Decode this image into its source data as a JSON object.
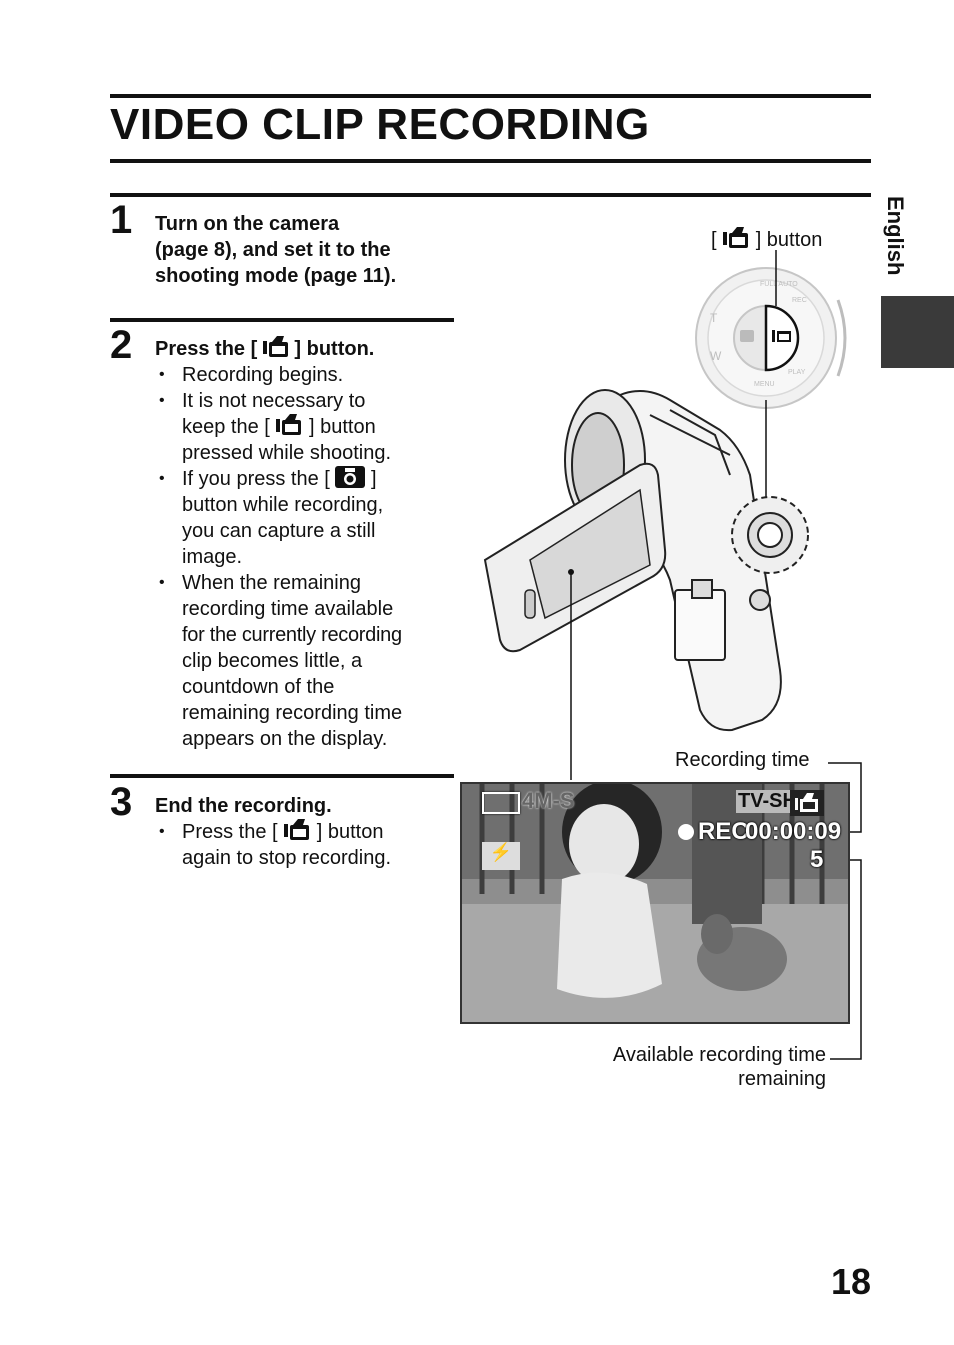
{
  "page": {
    "title": "VIDEO CLIP RECORDING",
    "language_tab": "English",
    "page_number": "18"
  },
  "steps": [
    {
      "number": "1",
      "title": "Turn on the camera (page 8), and set it to the shooting mode (page 11).",
      "title_lines": [
        "Turn on the camera",
        "(page 8), and set it to the",
        "shooting mode (page 11)."
      ]
    },
    {
      "number": "2",
      "title_pre": "Press the [",
      "title_post": "] button.",
      "bullets": {
        "b1": "Recording begins.",
        "b2_lines": [
          "It is not necessary to",
          "keep the [",
          "] button",
          "pressed while shooting."
        ],
        "b3_lines": [
          "If you press the [",
          "]",
          "button while recording,",
          "you can capture a still",
          "image."
        ],
        "b4_lines": [
          "When the remaining",
          "recording time available",
          "for the currently recording",
          "clip becomes little, a",
          "countdown of the",
          "remaining recording time",
          "appears on the display."
        ]
      }
    },
    {
      "number": "3",
      "title": "End the recording.",
      "bullets": {
        "b1_lines": [
          "Press the [",
          "] button",
          "again to stop recording."
        ]
      }
    }
  ],
  "callouts": {
    "button_pre": "[",
    "button_post": "] button",
    "recording_time": "Recording time",
    "available_lines": [
      "Available recording time",
      "remaining"
    ]
  },
  "dial_labels": {
    "full_auto": "FULL AUTO",
    "rec": "REC",
    "play": "PLAY",
    "menu": "MENU",
    "t": "T",
    "w": "W"
  },
  "osd": {
    "resolution": "4M-S",
    "quality": "TV-SHQ",
    "rec": "REC",
    "time": "00:00:09",
    "countdown": "5"
  },
  "colors": {
    "text": "#111111",
    "tab": "#3a3a3a"
  }
}
